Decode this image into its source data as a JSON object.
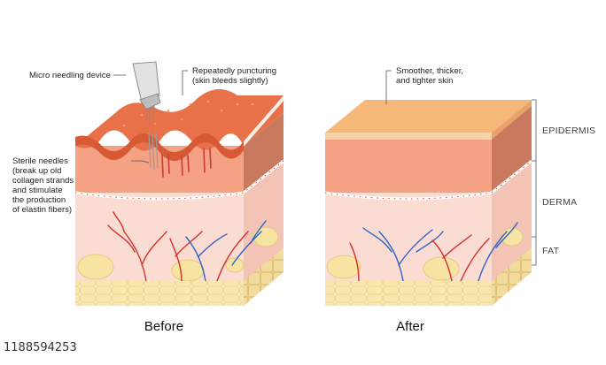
{
  "annotations": {
    "device": "Micro needling device",
    "puncturing": [
      "Repeatedly puncturing",
      "(skin bleeds slightly)"
    ],
    "needles": [
      "Sterile needles",
      "(break up old",
      "collagen strands",
      "and stimulate",
      "the production",
      "of elastin fibers)"
    ],
    "result": [
      "Smoother, thicker,",
      "and tighter skin"
    ]
  },
  "layers": {
    "epidermis": "EPIDERMIS",
    "derma": "DERMA",
    "fat": "FAT"
  },
  "captions": {
    "before": "Before",
    "after": "After"
  },
  "stock_id": "1188594253",
  "colors": {
    "epidermis_before": "#e8714a",
    "epidermis_after": "#f6b878",
    "dermis": "#f4a184",
    "dermis_side": "#c97a5e",
    "lower_dermis": "#fadcd2",
    "fat_cells": "#f7e3a2",
    "fat_grid": "#fcf1c8",
    "artery": "#d3312a",
    "vein": "#2f63c8",
    "blood": "#d13a3a"
  }
}
